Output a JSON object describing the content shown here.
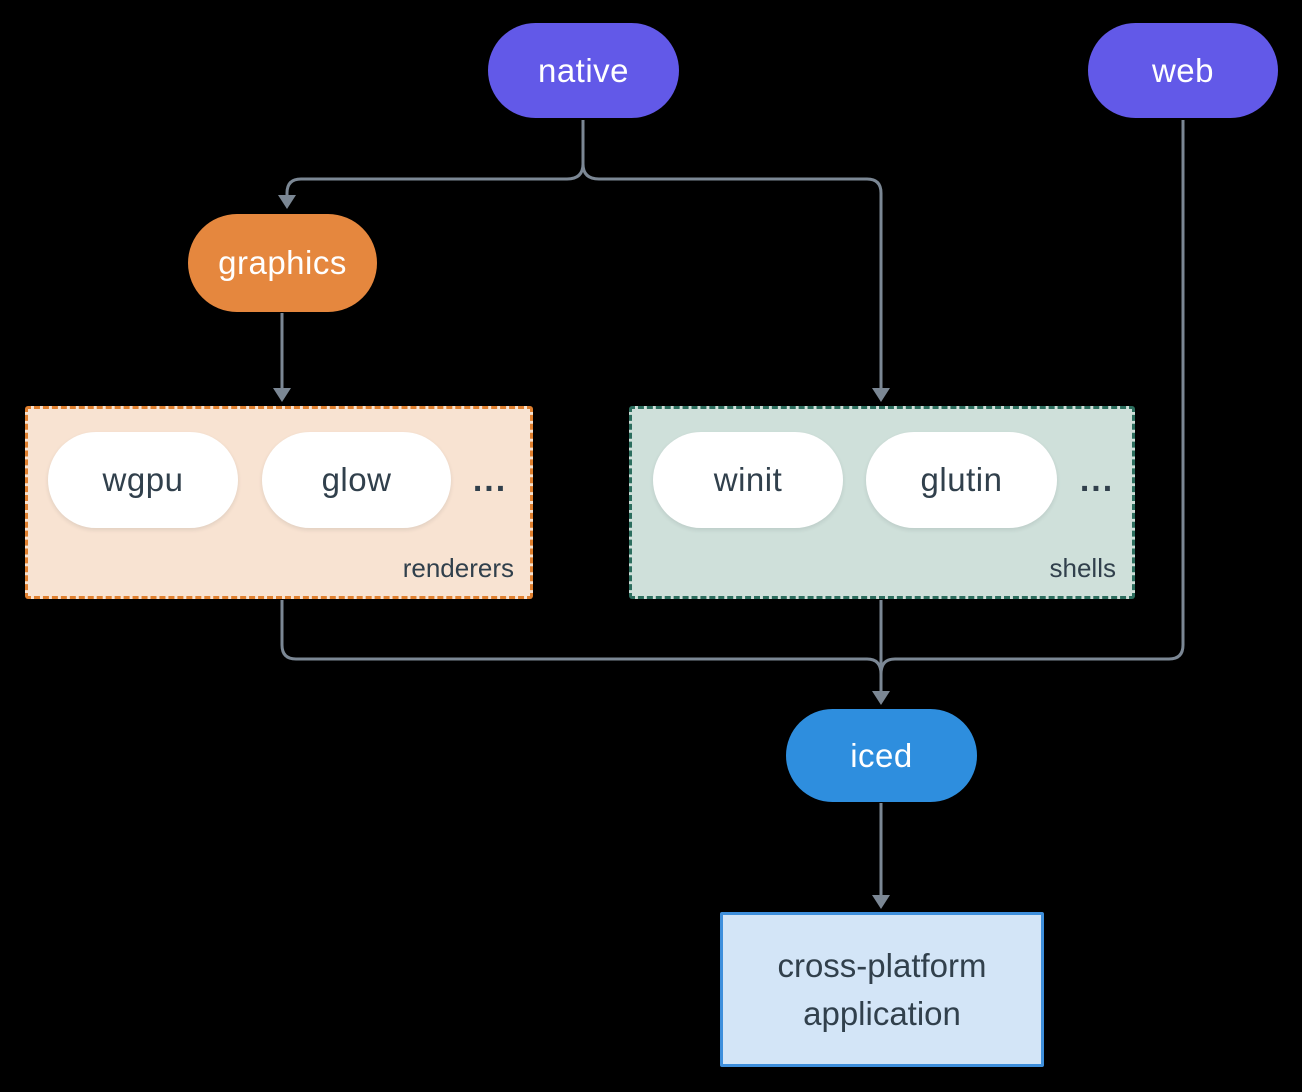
{
  "diagram": {
    "background_color": "#000000",
    "line_color": "#7b8794",
    "nodes": {
      "native": {
        "label": "native",
        "fill": "#6259e8",
        "text_color": "#ffffff"
      },
      "web": {
        "label": "web",
        "fill": "#6259e8",
        "text_color": "#ffffff"
      },
      "graphics": {
        "label": "graphics",
        "fill": "#e5873e",
        "text_color": "#ffffff"
      },
      "iced": {
        "label": "iced",
        "fill": "#2e8ede",
        "text_color": "#ffffff"
      },
      "app": {
        "line1": "cross-platform",
        "line2": "application",
        "fill": "#d3e5f7",
        "border": "#3e8fdc",
        "text_color": "#31404c"
      }
    },
    "groups": {
      "renderers": {
        "label": "renderers",
        "fill": "#f8e3d2",
        "border": "#e0802f",
        "items": [
          "wgpu",
          "glow"
        ],
        "ellipsis": "...",
        "item_text_color": "#31404c"
      },
      "shells": {
        "label": "shells",
        "fill": "#cfe0da",
        "border": "#2c6e5e",
        "items": [
          "winit",
          "glutin"
        ],
        "ellipsis": "...",
        "item_text_color": "#31404c"
      }
    },
    "edges": [
      {
        "from": "native",
        "to": "graphics"
      },
      {
        "from": "native",
        "to": "shells"
      },
      {
        "from": "graphics",
        "to": "renderers"
      },
      {
        "from": "renderers",
        "to": "iced"
      },
      {
        "from": "shells",
        "to": "iced"
      },
      {
        "from": "web",
        "to": "iced"
      },
      {
        "from": "iced",
        "to": "app"
      }
    ]
  }
}
